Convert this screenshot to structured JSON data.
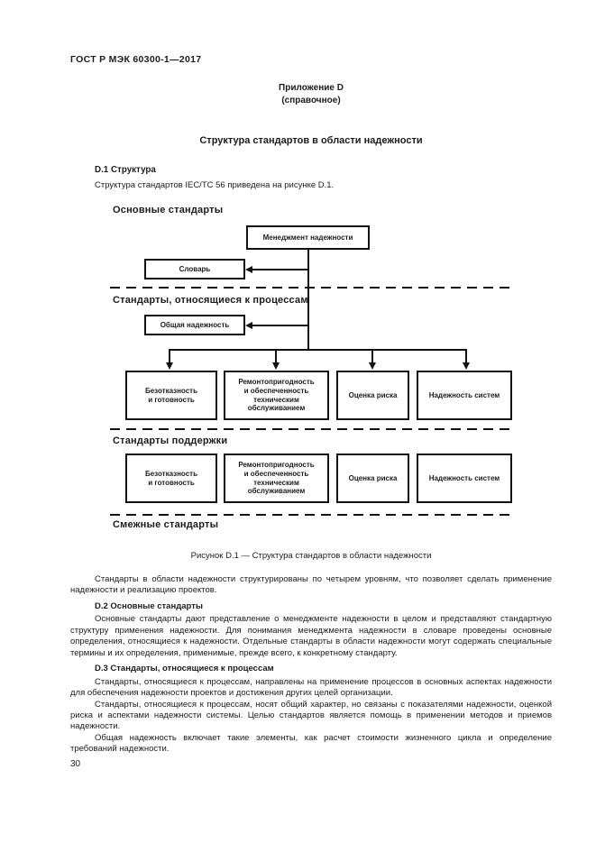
{
  "page": {
    "header": "ГОСТ Р МЭК 60300-1—2017",
    "page_number": "30"
  },
  "annex": {
    "label": "Приложение D",
    "type": "(справочное)",
    "title": "Структура стандартов в области надежности"
  },
  "section_d1": {
    "heading": "D.1 Структура",
    "body": "Структура стандартов IEC/ТС 56 приведена на рисунке D.1."
  },
  "figure": {
    "caption": "Рисунок D.1 — Структура стандартов в области надежности",
    "layers": {
      "core": "Основные стандарты",
      "process": "Стандарты, относящиеся к процессам",
      "support": "Стандарты поддержки",
      "related": "Смежные стандарты"
    },
    "boxes": {
      "management": "Менеджмент надежности",
      "vocabulary": "Словарь",
      "general": "Общая надежность",
      "process_row": [
        "Безотказность\nи готовность",
        "Ремонтопригодность\nи обеспеченность\nтехническим\nобслуживанием",
        "Оценка риска",
        "Надежность систем"
      ],
      "support_row": [
        "Безотказность\nи готовность",
        "Ремонтопригодность\nи обеспеченность\nтехническим\nобслуживанием",
        "Оценка риска",
        "Надежность систем"
      ]
    }
  },
  "section_after_figure": {
    "p1": "Стандарты в области надежности структурированы по четырем уровням, что позволяет сделать применение надежности и реализацию проектов."
  },
  "section_d2": {
    "heading": "D.2 Основные стандарты",
    "p1": "Основные стандарты дают представление о менеджменте надежности в целом и представляют стандартную структуру применения надежности. Для понимания менеджмента надежности в словаре проведены основные определения, относящиеся к надежности. Отдельные стандарты в области надежности могут содержать специальные термины и их определения, применимые, прежде всего, к конкретному стандарту."
  },
  "section_d3": {
    "heading": "D.3 Стандарты, относящиеся к процессам",
    "p1": "Стандарты, относящиеся к процессам, направлены на применение процессов в основных аспектах надежности для обеспечения надежности проектов и достижения других целей организации.",
    "p2": "Стандарты, относящиеся к процессам, носят общий характер, но связаны с показателями надежности, оценкой риска и аспектами надежности системы. Целью стандартов является помощь в применении методов и приемов надежности.",
    "p3": "Общая надежность включает такие элементы, как расчет стоимости жизненного цикла и определение требований надежности."
  }
}
